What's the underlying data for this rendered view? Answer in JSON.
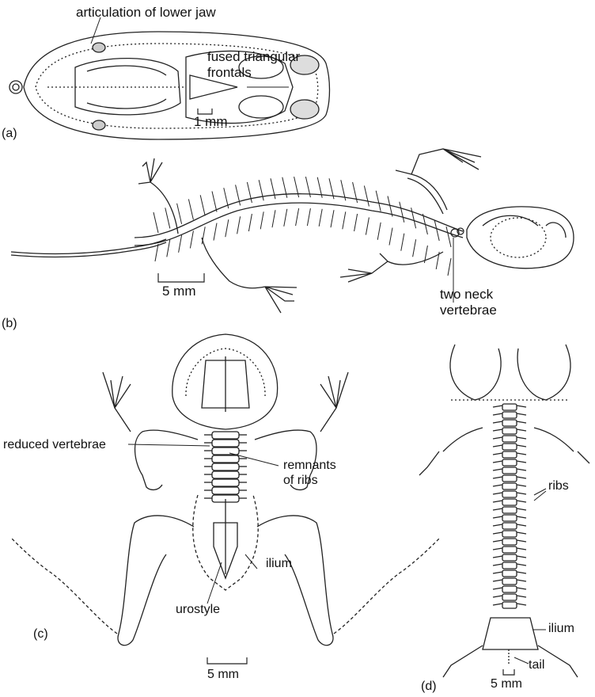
{
  "panels": {
    "a": {
      "letter": "(a)",
      "labels": {
        "jaw": "articulation of lower jaw",
        "frontals_line1": "fused triangular",
        "frontals_line2": "frontals"
      },
      "scale": "1 mm"
    },
    "b": {
      "letter": "(b)",
      "labels": {
        "neck_line1": "two neck",
        "neck_line2": "vertebrae"
      },
      "scale": "5 mm"
    },
    "c": {
      "letter": "(c)",
      "labels": {
        "ribs_line1": "remnants",
        "ribs_line2": "of ribs",
        "vertebrae": "reduced vertebrae",
        "urostyle": "urostyle",
        "ilium": "ilium"
      },
      "scale": "5 mm"
    },
    "d": {
      "letter": "(d)",
      "labels": {
        "ribs": "ribs",
        "ilium": "ilium",
        "tail": "tail"
      },
      "scale": "5 mm"
    }
  }
}
